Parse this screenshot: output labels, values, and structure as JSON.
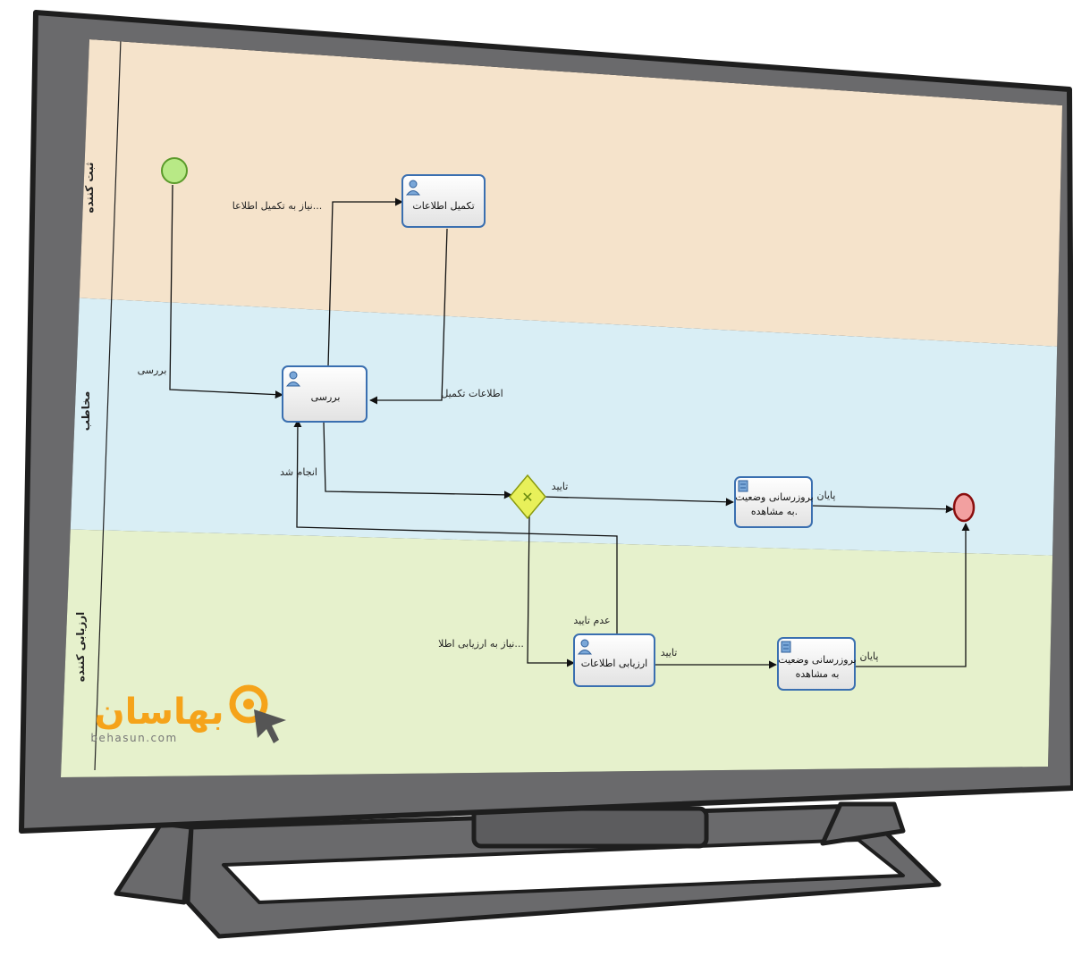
{
  "lanes": [
    {
      "id": "registrar",
      "label": "ثبت کننده",
      "color": "#f5e3cb"
    },
    {
      "id": "addressee",
      "label": "مخاطب",
      "color": "#d9eef5"
    },
    {
      "id": "evaluator",
      "label": "ارزیابی کننده",
      "color": "#e6f1cc"
    }
  ],
  "tasks": {
    "complete_info": "تکمیل اطلاعات",
    "review": "بررسی",
    "update_status_1_line1": "بروزرسانی وضعیت",
    "update_status_1_line2": "به مشاهده.",
    "evaluate_info": "ارزیابی اطلاعات",
    "update_status_2_line1": "بروزرسانی وضعیت",
    "update_status_2_line2": "به مشاهده"
  },
  "flows": {
    "review_from_start": "بررسی",
    "needs_completion": "نیاز به تکمیل اطلاعا...",
    "info_completed": "اطلاعات تکمیل",
    "done": "انجام شد",
    "approve_1": "تایید",
    "end_1": "پایان",
    "not_approved": "عدم تایید",
    "needs_evaluation": "نیاز به ارزیابی اطلا...",
    "approve_2": "تایید",
    "end_2": "پایان"
  },
  "logo": {
    "name": "بهاسان",
    "domain": "behasun.com",
    "color": "#f5a31a"
  },
  "colors": {
    "monitor_frame": "#6a6a6c",
    "monitor_outline": "#1e1e1e",
    "task_border": "#3a6fb0",
    "gateway": "#e8f05a",
    "start_event": "#b8e986",
    "end_event": "#f2a0a0"
  }
}
